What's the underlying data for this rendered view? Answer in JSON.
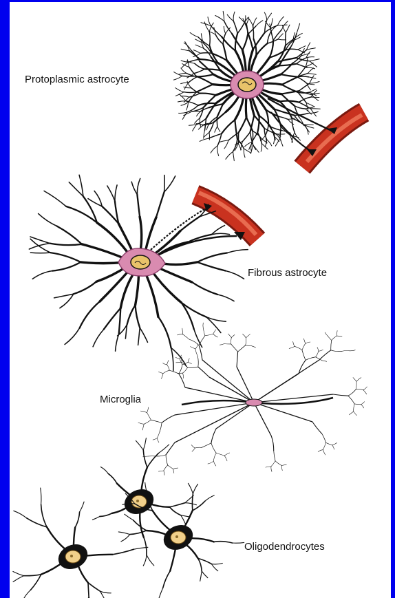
{
  "labels": {
    "protoplasmic": "Protoplasmic astrocyte",
    "fibrous": "Fibrous astrocyte",
    "microglia": "Microglia",
    "oligodendrocytes": "Oligodendrocytes"
  },
  "colors": {
    "frame": "#0000ee",
    "background": "#ffffff",
    "ink": "#111111",
    "cytoplasm": "#d98bb0",
    "nucleus": "#e8c36a",
    "oligo_nucleus": "#f1d08a",
    "vessel": "#c9321f",
    "vessel_highlight": "#f07a5c"
  }
}
